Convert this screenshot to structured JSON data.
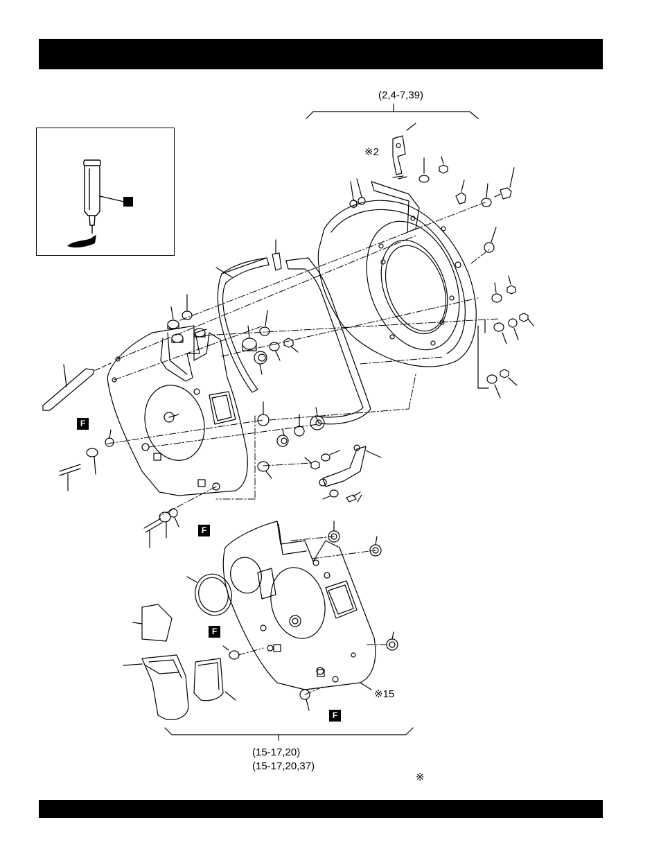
{
  "header": {
    "title": ""
  },
  "footer": {
    "text": ""
  },
  "labels": {
    "assembly_top": "(2,4-7,39)",
    "note_2": "※2",
    "note_15": "※15",
    "assembly_bottom_1": "(15-17,20)",
    "assembly_bottom_2": "(15-17,20,37)",
    "footnote_mark": "※"
  },
  "flag_letter": "F",
  "colors": {
    "ink": "#000000",
    "paper": "#ffffff"
  }
}
